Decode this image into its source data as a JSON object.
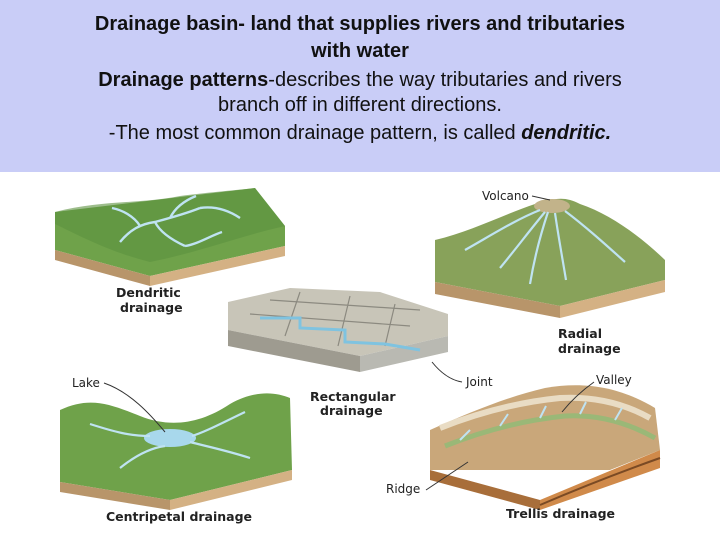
{
  "header": {
    "line1": "Drainage basin- land that supplies rivers and tributaries",
    "line2": "with water",
    "line3_bold": "Drainage patterns",
    "line3_rest": "-describes the way tributaries and rivers",
    "line4": "branch off in different directions.",
    "line5_prefix": "-The most common drainage pattern, is called ",
    "line5_emph": "dendritic."
  },
  "labels": {
    "dendritic_1": "Dendritic",
    "dendritic_2": "drainage",
    "volcano": "Volcano",
    "radial_1": "Radial",
    "radial_2": "drainage",
    "lake": "Lake",
    "rectangular_1": "Rectangular",
    "rectangular_2": "drainage",
    "joint": "Joint",
    "valley": "Valley",
    "ridge": "Ridge",
    "centripetal": "Centripetal drainage",
    "trellis": "Trellis drainage"
  },
  "colors": {
    "header_bg": "#c9cdf7",
    "terrain_green": "#6fa24a",
    "soil_brown": "#c9a77a",
    "water_blue": "#a8d8ec",
    "rock_gray": "#b9b9b2"
  }
}
